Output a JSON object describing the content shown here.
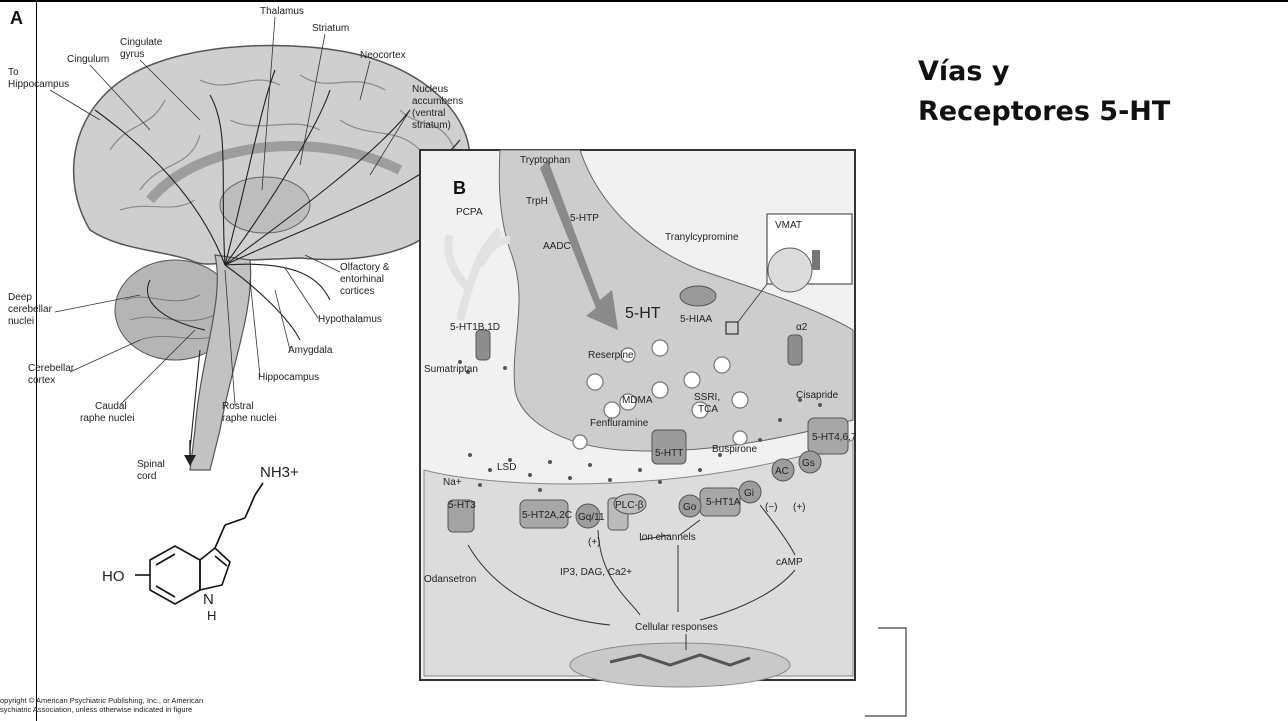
{
  "slide": {
    "title_line1": "Vías y",
    "title_line2": "Receptores 5-HT",
    "copyright_line1": "opyright © American Psychiatric Publishing, Inc., or American",
    "copyright_line2": "sychiatric Association, unless otherwise indicated in figure"
  },
  "panel_a": {
    "letter": "A",
    "labels": {
      "cingulum": "Cingulum",
      "cingulate_1": "Cingulate",
      "cingulate_2": "gyrus",
      "thalamus": "Thalamus",
      "striatum": "Striatum",
      "neocortex": "Neocortex",
      "to_hippo_1": "To",
      "to_hippo_2": "Hippocampus",
      "accumbens_1": "Nucleus",
      "accumbens_2": "accumbens",
      "accumbens_3": "(ventral",
      "accumbens_4": "striatum)",
      "olfactory_1": "Olfactory &",
      "olfactory_2": "entorhinal",
      "olfactory_3": "cortices",
      "hypothalamus": "Hypothalamus",
      "amygdala": "Amygdala",
      "hippocampus": "Hippocampus",
      "deep_1": "Deep",
      "deep_2": "cerebellar",
      "deep_3": "nuclei",
      "cerebellar_1": "Cerebellar",
      "cerebellar_2": "cortex",
      "caudal_1": "Caudal",
      "caudal_2": "raphe nuclei",
      "rostral_1": "Rostral",
      "rostral_2": "raphe nuclei",
      "spinal_1": "Spinal",
      "spinal_2": "cord"
    }
  },
  "molecule": {
    "amine": "NH3+",
    "hydroxyl": "HO",
    "ring_n": "N",
    "ring_h": "H"
  },
  "panel_b": {
    "letter": "B",
    "labels": {
      "tryptophan": "Tryptophan",
      "trph": "TrpH",
      "pcpa": "PCPA",
      "htp": "5-HTP",
      "aadc": "AADC",
      "tranylcypromine": "Tranylcypromine",
      "vmat": "VMAT",
      "ht": "5-HT",
      "hiaa": "5-HIAA",
      "alpha2": "α2",
      "ht1bd": "5-HT1B,1D",
      "sumatriptan": "Sumatriptan",
      "reserpine": "Reserpine",
      "mdma": "MDMA",
      "ssri": "SSRI,",
      "tca": "TCA",
      "fenfluramine": "Fenfluramine",
      "htt": "5-HTT",
      "buspirone": "Buspirone",
      "cisapride": "Cisapride",
      "ht467": "5-HT4,6,7",
      "na": "Na+",
      "lsd": "LSD",
      "ht3": "5-HT3",
      "ht2": "5-HT2A,2C",
      "gq11": "Gq/11",
      "plc": "PLC-β",
      "plus1": "(+)",
      "go": "Go",
      "ht1a": "5-HT1A",
      "gi": "Gi",
      "ac": "AC",
      "gs": "Gs",
      "minus": "(−)",
      "plus2": "(+)",
      "ion": "Ion channels",
      "camp": "cAMP",
      "second": "IP3, DAG, Ca2+",
      "odansetron": "Odansetron",
      "cellular": "Cellular responses"
    }
  }
}
